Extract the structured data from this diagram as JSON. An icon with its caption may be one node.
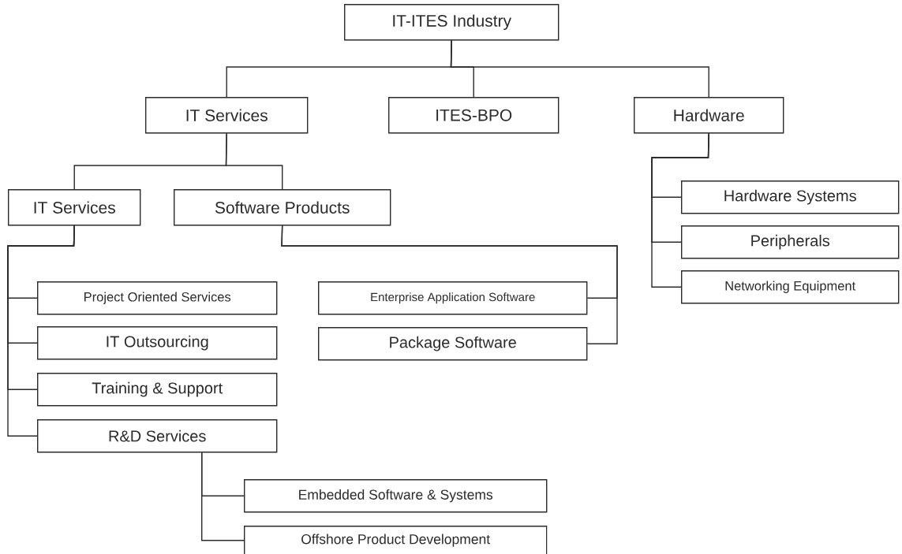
{
  "diagram": {
    "nodes": [
      {
        "text": [
          "IT-ITES Industry"
        ]
      },
      {
        "text": [
          "IT Services"
        ]
      },
      {
        "text": [
          "ITES-BPO"
        ]
      },
      {
        "text": [
          "Hardware"
        ]
      },
      {
        "text": [
          "IT Services"
        ]
      },
      {
        "text": [
          "Software Products"
        ]
      },
      {
        "text": [
          "Hardware Systems"
        ]
      },
      {
        "text": [
          "Peripherals"
        ]
      },
      {
        "text": [
          "Networking Equipment"
        ]
      },
      {
        "text": [
          "Project Oriented Services"
        ]
      },
      {
        "text": [
          "IT Outsourcing"
        ]
      },
      {
        "text": [
          "Training & Support"
        ]
      },
      {
        "text": [
          "R&D Services"
        ]
      },
      {
        "text": [
          "Enterprise Application  Software"
        ]
      },
      {
        "text": [
          "Package Software"
        ]
      },
      {
        "text": [
          "Embedded Software & Systems"
        ]
      },
      {
        "text": [
          "Offshore Product Development"
        ]
      }
    ],
    "edges": [
      {
        "from": 0,
        "to": 1,
        "arrow": "none"
      },
      {
        "from": 0,
        "to": 2,
        "arrow": "none"
      },
      {
        "from": 0,
        "to": 3,
        "arrow": "none"
      },
      {
        "from": 1,
        "to": 4,
        "arrow": "none"
      },
      {
        "from": 1,
        "to": 5,
        "arrow": "none"
      },
      {
        "from": 3,
        "to": 6,
        "arrow": "none"
      },
      {
        "from": 3,
        "to": 7,
        "arrow": "none"
      },
      {
        "from": 3,
        "to": 8,
        "arrow": "none"
      },
      {
        "from": 4,
        "to": 9,
        "arrow": "none"
      },
      {
        "from": 4,
        "to": 10,
        "arrow": "none"
      },
      {
        "from": 4,
        "to": 11,
        "arrow": "none"
      },
      {
        "from": 4,
        "to": 12,
        "arrow": "none"
      },
      {
        "from": 5,
        "to": 13,
        "arrow": "none"
      },
      {
        "from": 5,
        "to": 14,
        "arrow": "none"
      },
      {
        "from": 12,
        "to": 15,
        "arrow": "none"
      },
      {
        "from": 12,
        "to": 16,
        "arrow": "none"
      }
    ]
  }
}
